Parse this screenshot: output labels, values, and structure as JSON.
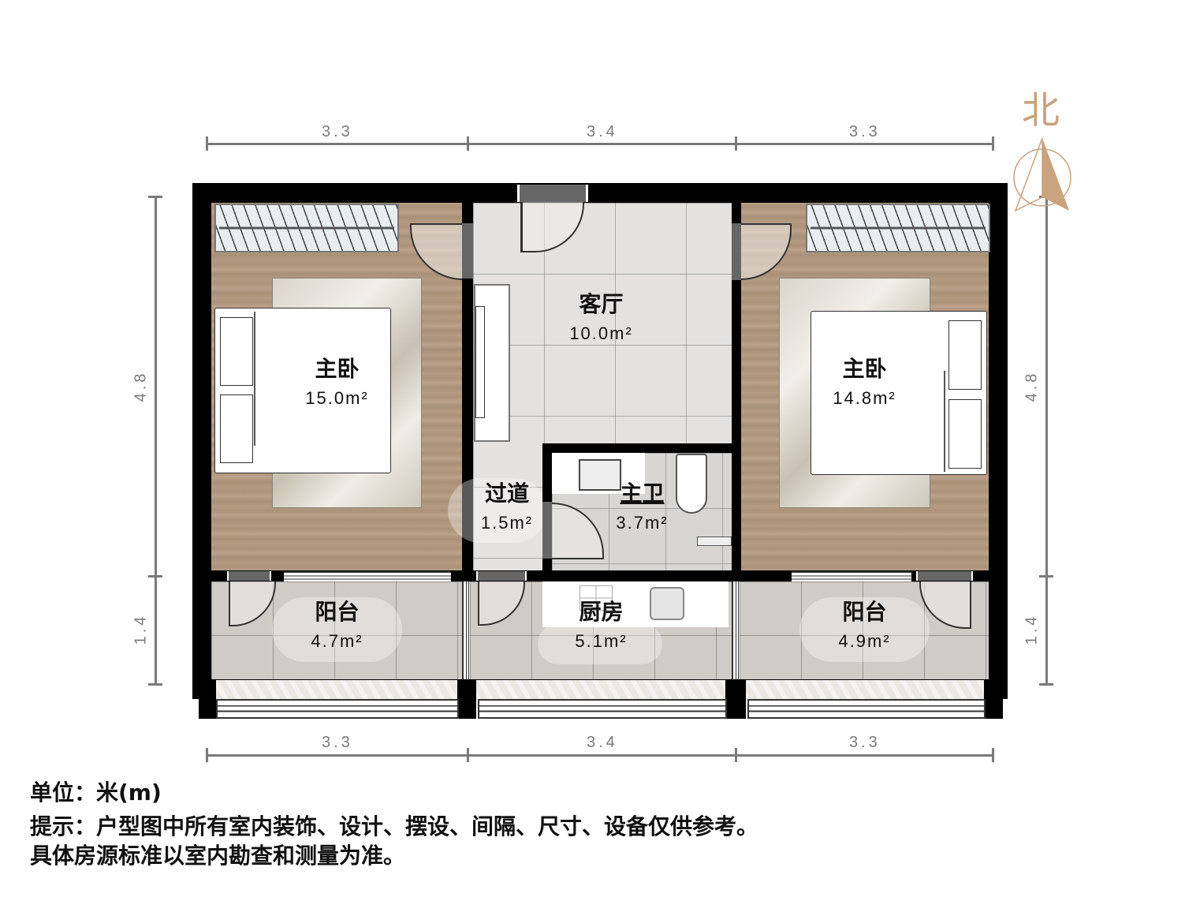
{
  "compass": {
    "label": "北",
    "icon": "north-arrow-icon",
    "color": "#c9a27e"
  },
  "dimensions": {
    "top": [
      "3.3",
      "3.4",
      "3.3"
    ],
    "bottom": [
      "3.3",
      "3.4",
      "3.3"
    ],
    "left": [
      "4.8",
      "1.4"
    ],
    "right": [
      "4.8",
      "1.4"
    ],
    "unit": "m"
  },
  "rooms": {
    "bedroom_left": {
      "name": "主卧",
      "area": "15.0m²"
    },
    "living_room": {
      "name": "客厅",
      "area": "10.0m²"
    },
    "bedroom_right": {
      "name": "主卧",
      "area": "14.8m²"
    },
    "corridor": {
      "name": "过道",
      "area": "1.5m²"
    },
    "bathroom": {
      "name": "主卫",
      "area": "3.7m²"
    },
    "balcony_left": {
      "name": "阳台",
      "area": "4.7m²"
    },
    "kitchen": {
      "name": "厨房",
      "area": "5.1m²"
    },
    "balcony_right": {
      "name": "阳台",
      "area": "4.9m²"
    }
  },
  "notes": {
    "unit_line": "单位：米(m)",
    "disclaimer_line1": "提示：户型图中所有室内装饰、设计、摆设、间隔、尺寸、设备仅供参考。",
    "disclaimer_line2": "具体房源标准以室内勘查和测量为准。"
  },
  "colors": {
    "wall": "#000000",
    "wood_floor": "#b59d84",
    "tile_floor": "#d8d6d3",
    "dimension": "#7a7a7a",
    "compass": "#c9a27e"
  }
}
